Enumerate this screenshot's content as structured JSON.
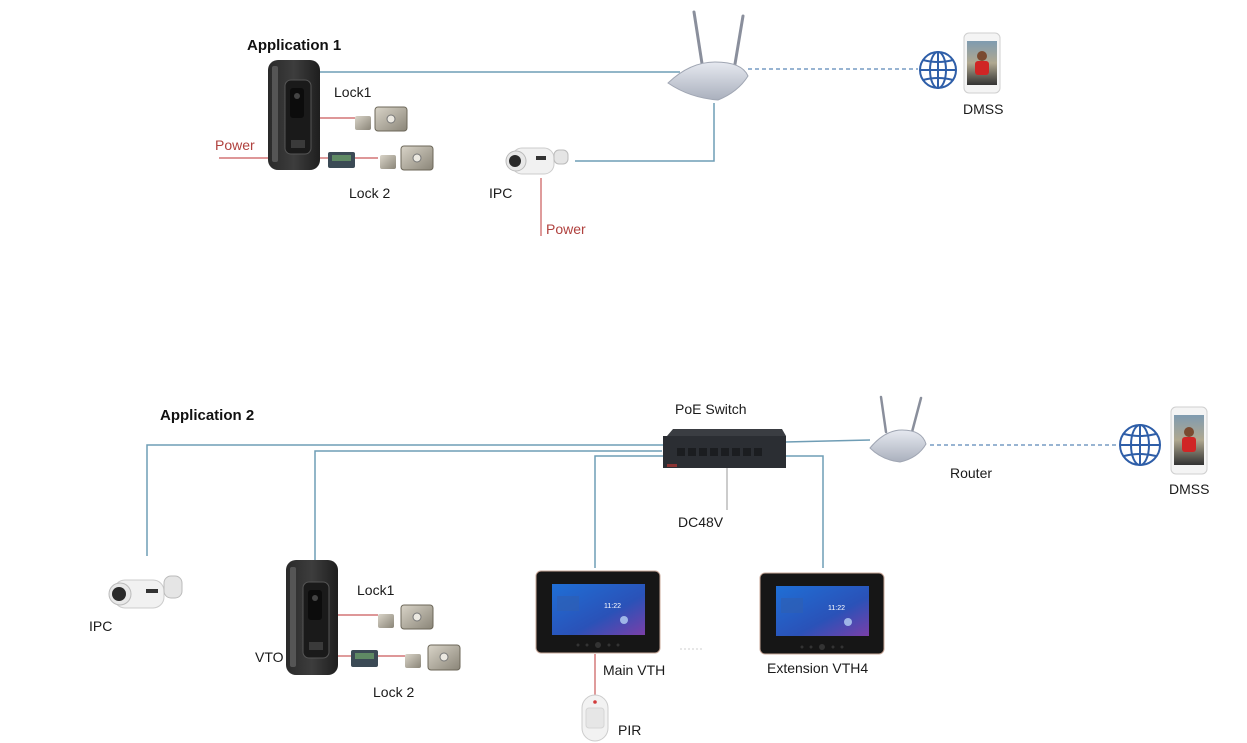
{
  "colors": {
    "network_line": "#6f9db5",
    "power_line": "#c9595a",
    "internet_dashed": "#5b86b8",
    "globe": "#2e5ea8"
  },
  "application1": {
    "title": "Application 1",
    "labels": {
      "lock1": "Lock1",
      "lock2": "Lock 2",
      "power_vto": "Power",
      "ipc": "IPC",
      "power_ipc": "Power",
      "dmss": "DMSS"
    },
    "devices": [
      "VTO door station",
      "Lock1",
      "Lock 2 with controller",
      "IPC camera",
      "Router",
      "Internet globe",
      "DMSS phone"
    ]
  },
  "application2": {
    "title": "Application 2",
    "labels": {
      "poe_switch": "PoE Switch",
      "dc48v": "DC48V",
      "router": "Router",
      "dmss": "DMSS",
      "ipc": "IPC",
      "vto": "VTO",
      "lock1": "Lock1",
      "lock2": "Lock 2",
      "main_vth": "Main VTH",
      "extension_vth": "Extension VTH4",
      "pir": "PIR",
      "ellipsis": "......"
    },
    "devices": [
      "PoE Switch",
      "Router",
      "Internet globe",
      "DMSS phone",
      "IPC camera",
      "VTO door station",
      "Lock1",
      "Lock 2 with controller",
      "Main VTH monitor",
      "Extension VTH4 monitor",
      "PIR sensor"
    ]
  }
}
